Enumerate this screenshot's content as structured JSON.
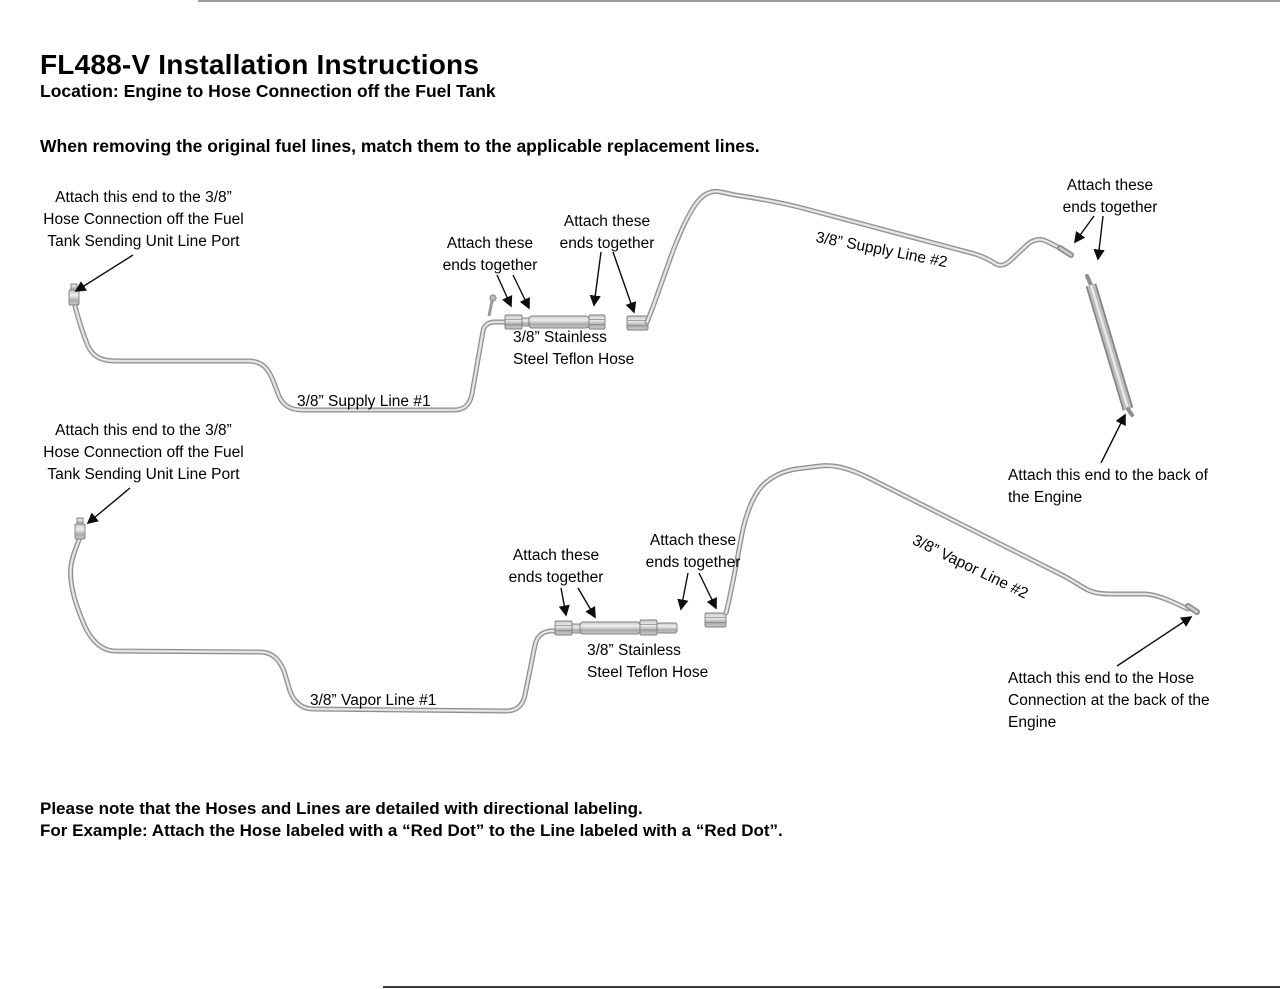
{
  "header": {
    "title": "FL488-V Installation Instructions",
    "location": "Location: Engine to Hose Connection off the Fuel Tank",
    "note": "When removing the original fuel lines, match them to the applicable replacement lines."
  },
  "diagram": {
    "supply": {
      "tank_end": "Attach this end to the 3/8”\nHose Connection off the Fuel\nTank Sending Unit Line Port",
      "attach_left": "Attach these\nends together",
      "attach_mid": "Attach these\nends together",
      "attach_right": "Attach these\nends together",
      "hose": "3/8” Stainless\nSteel Teflon Hose",
      "line1": "3/8” Supply Line #1",
      "line2": "3/8” Supply Line #2",
      "engine_end": "Attach this end to the back of\nthe Engine"
    },
    "vapor": {
      "tank_end": "Attach this end to the 3/8”\nHose Connection off the Fuel\nTank Sending Unit Line Port",
      "attach_left": "Attach these\nends together",
      "attach_mid": "Attach these\nends together",
      "hose": "3/8” Stainless\nSteel Teflon Hose",
      "line1": "3/8” Vapor Line #1",
      "line2": "3/8” Vapor Line #2",
      "engine_end": "Attach this end to the Hose\nConnection at the back of the\nEngine"
    }
  },
  "footer": {
    "line1": "Please note that the Hoses and Lines are detailed with directional labeling.",
    "line2": "For Example: Attach the Hose labeled with a “Red Dot” to the Line labeled with a “Red Dot”."
  },
  "colors": {
    "tube_gray": "#8f8f8f",
    "tube_highlight": "#d3d3d3",
    "text": "#000000",
    "background": "#ffffff"
  }
}
